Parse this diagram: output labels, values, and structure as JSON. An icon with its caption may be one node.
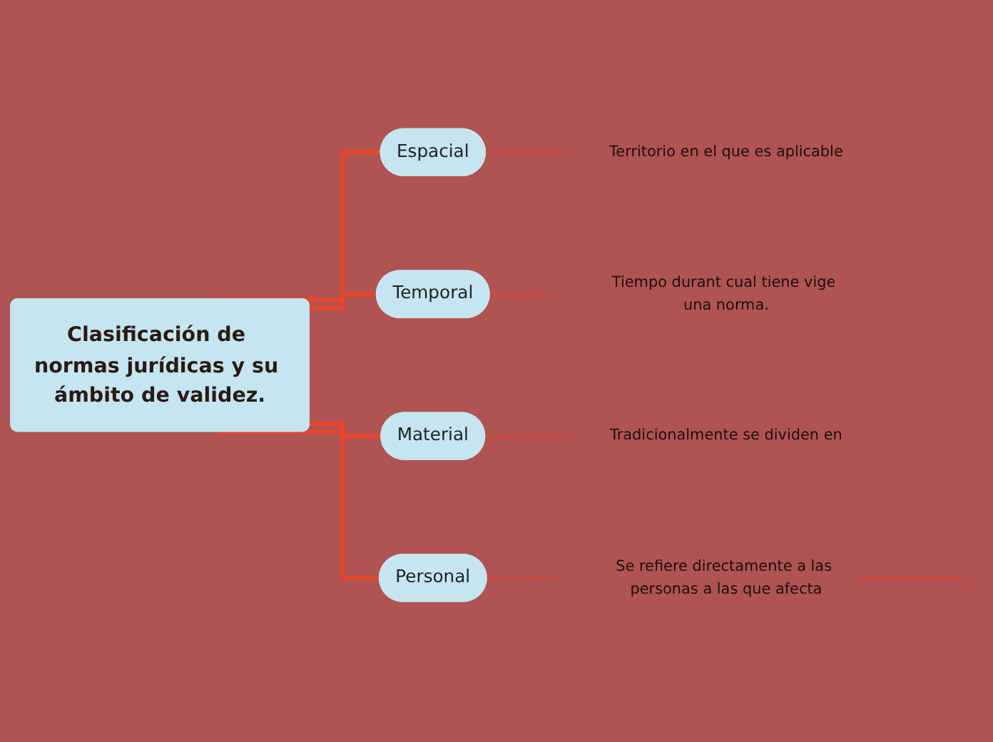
{
  "diagram": {
    "nodes": [
      {
        "text": [
          "Clasificación de normas jurídicas y su ámbito de validez."
        ]
      },
      {
        "text": [
          "Espacial"
        ]
      },
      {
        "text": [
          "Territorio en el que es aplicable"
        ]
      },
      {
        "text": [
          "Temporal"
        ]
      },
      {
        "text": [
          "Tiempo durant cual tiene vige una norma."
        ]
      },
      {
        "text": [
          "Material"
        ]
      },
      {
        "text": [
          "Tradicionalmente se dividen en"
        ]
      },
      {
        "text": [
          "Personal"
        ]
      },
      {
        "text": [
          "Se refiere directamente a las personas a las que afecta"
        ]
      }
    ],
    "edges": [
      {
        "from": 0,
        "to": 1,
        "arrow": "none"
      },
      {
        "from": 0,
        "to": 3,
        "arrow": "none"
      },
      {
        "from": 0,
        "to": 5,
        "arrow": "none"
      },
      {
        "from": 0,
        "to": 7,
        "arrow": "none"
      },
      {
        "from": 1,
        "to": 2,
        "arrow": "none"
      },
      {
        "from": 3,
        "to": 4,
        "arrow": "none"
      },
      {
        "from": 5,
        "to": 6,
        "arrow": "none"
      },
      {
        "from": 7,
        "to": 8,
        "arrow": "none"
      },
      {
        "from": 8,
        "to": null,
        "arrow": "none"
      }
    ]
  }
}
